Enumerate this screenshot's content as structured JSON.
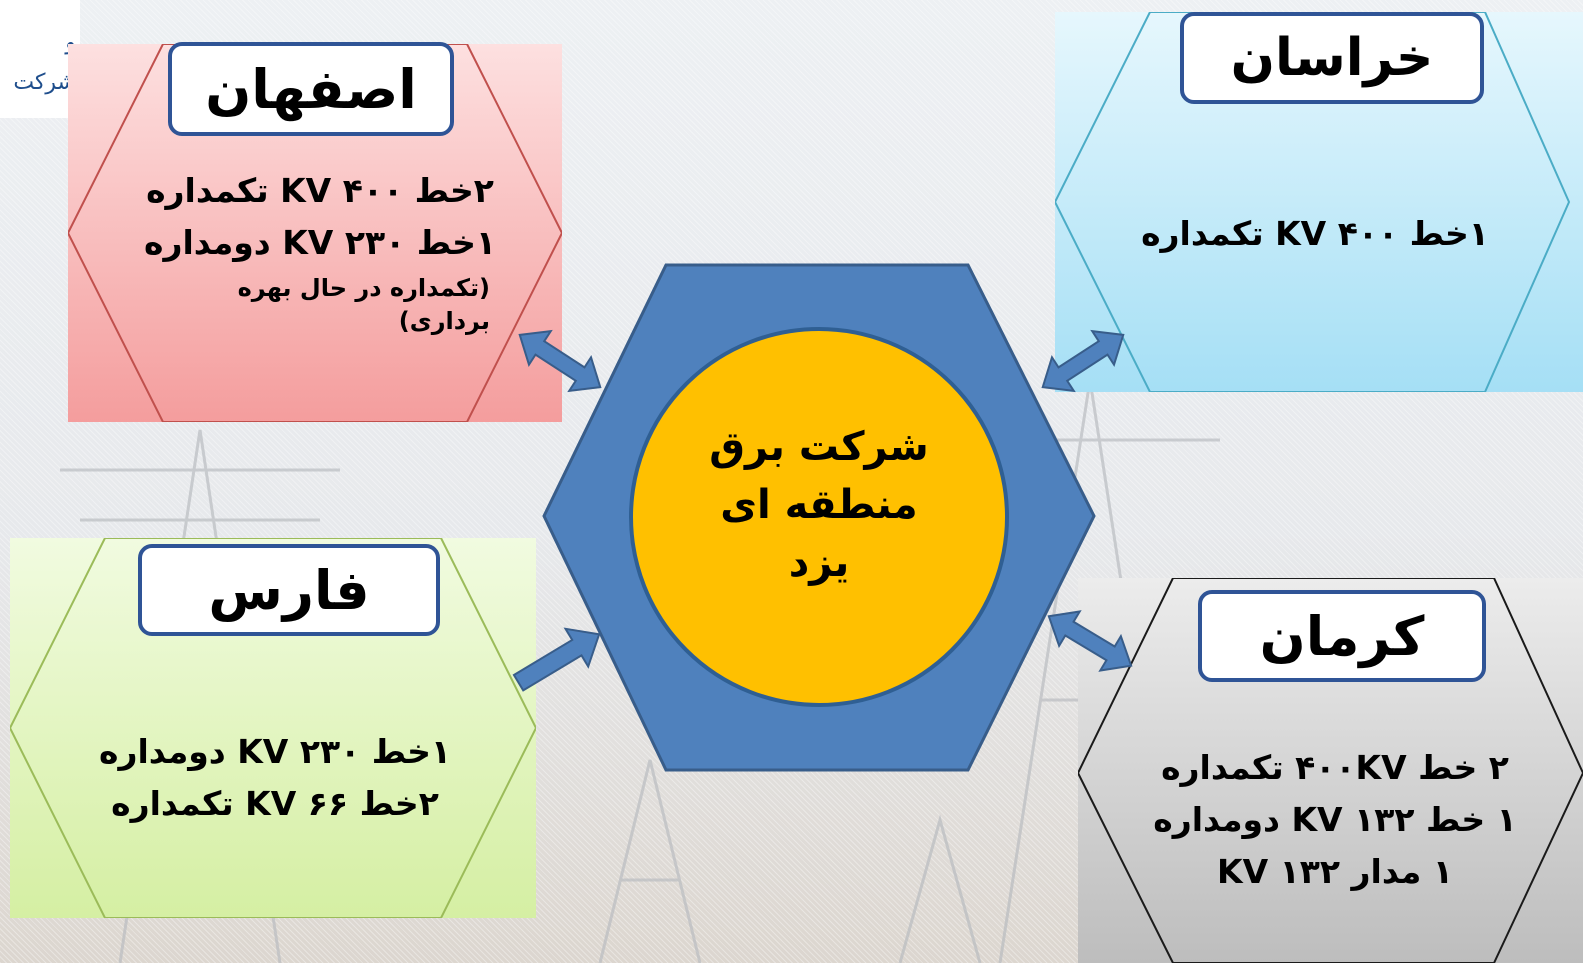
{
  "logo": {
    "line1": "و",
    "line2": "شرکت"
  },
  "center": {
    "lines": [
      "شرکت برق",
      "منطقه ای",
      "یزد"
    ]
  },
  "isfahan": {
    "title": "اصفهان",
    "lines": [
      "۲خط ۴۰۰ KV تکمداره",
      "۱خط ۲۳۰ KV دومداره"
    ],
    "note": [
      "(تکمداره در حال بهره",
      "برداری)"
    ],
    "color": "#f5a3a3"
  },
  "khorasan": {
    "title": "خراسان",
    "lines": [
      "۱خط ۴۰۰ KV تکمداره"
    ],
    "color": "#a9e1f5"
  },
  "fars": {
    "title": "فارس",
    "lines": [
      "۱خط ۲۳۰ KV دومداره",
      "۲خط ۶۶ KV تکمداره"
    ],
    "color": "#d8f0a8"
  },
  "kerman": {
    "title": "کرمان",
    "lines": [
      "۲ خط ۴۰۰KV تکمداره",
      "۱ خط ۱۳۲ KV دومداره",
      "۱ مدار KV ۱۳۲"
    ],
    "color": "#c8c8c8"
  },
  "colors": {
    "hex_fill": "#4f81bd",
    "hex_stroke": "#385d8a",
    "circle_fill": "#ffc000",
    "arrow_fill": "#4f81bd",
    "title_border": "#2f5496"
  }
}
